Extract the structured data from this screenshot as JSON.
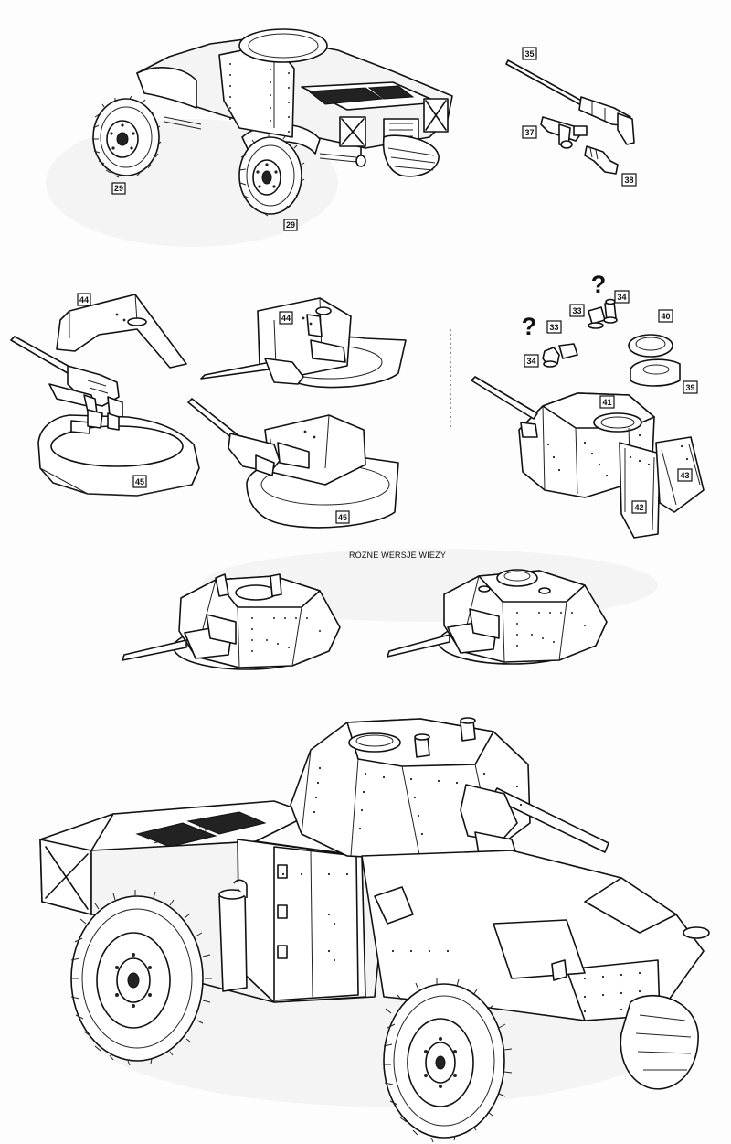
{
  "caption": "RÓZNE WERSJE WIEŻY",
  "unknown_mark": "?",
  "callouts": {
    "wheel_rear": "29",
    "wheel_front": "29",
    "gun_barrel": "35",
    "gun_breech": "37",
    "gun_mount": "38",
    "turret_roof_a": "44",
    "turret_roof_b": "44",
    "turret_ring_a": "45",
    "turret_ring_b": "45",
    "periscope_a": "33",
    "periscope_b": "33",
    "cupola_a": "34",
    "cupola_b": "34",
    "hatch_cover": "40",
    "hatch_ring": "39",
    "turret_body": "41",
    "rear_door_left": "42",
    "rear_door_right": "43"
  }
}
